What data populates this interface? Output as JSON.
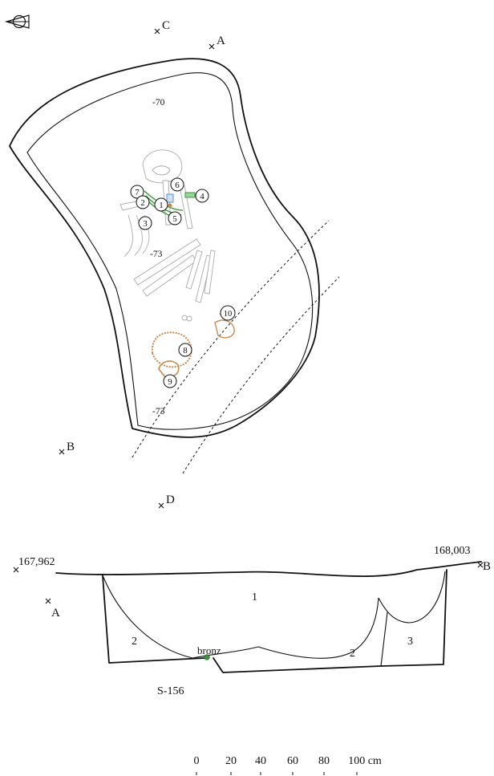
{
  "plan": {
    "points": {
      "c": "C",
      "a": "A",
      "b": "B",
      "d": "D"
    },
    "depths": {
      "top": "-70",
      "middle": "-73",
      "bottom": "-73"
    },
    "finds": [
      "1",
      "2",
      "3",
      "4",
      "5",
      "6",
      "7",
      "8",
      "9",
      "10"
    ]
  },
  "section": {
    "left_elevation": "167,962",
    "right_elevation": "168,003",
    "left_point": "A",
    "right_point": "B",
    "layers": {
      "one": "1",
      "two_left": "2",
      "two_right": "2",
      "three": "3"
    },
    "find_label": "bronz",
    "feature_id": "S-156"
  },
  "scale": {
    "ticks": [
      "0",
      "20",
      "40",
      "60",
      "80",
      "100 cm"
    ]
  },
  "colors": {
    "ink": "#111111",
    "bone": "#aaaaaa",
    "bronze_green": "#3a9a3a",
    "amber": "#c98a4b",
    "blue": "#5b8fd6"
  },
  "icons": {
    "north_arrow": "north-arrow-icon"
  }
}
